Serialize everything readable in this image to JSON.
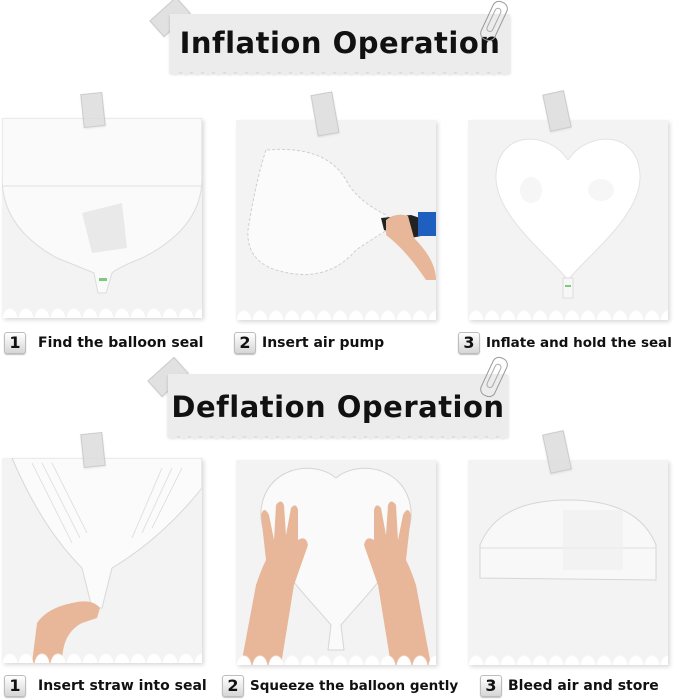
{
  "sections": [
    {
      "title": "Inflation Operation",
      "steps": [
        {
          "number": "1",
          "label": "Find the balloon seal",
          "image": "deflated-round-foil-balloon-with-seal-valve"
        },
        {
          "number": "2",
          "label": "Insert air pump",
          "image": "hand-holding-air-pump-inflating-heart-balloon"
        },
        {
          "number": "3",
          "label": "Inflate and hold the seal",
          "image": "fully-inflated-white-heart-foil-balloon"
        }
      ]
    },
    {
      "title": "Deflation Operation",
      "steps": [
        {
          "number": "1",
          "label": "Insert straw into seal",
          "image": "hand-inserting-straw-into-balloon-valve"
        },
        {
          "number": "2",
          "label": "Squeeze the balloon gently",
          "image": "two-hands-pressing-heart-balloon"
        },
        {
          "number": "3",
          "label": "Bleed air and store",
          "image": "flattened-folded-foil-balloon"
        }
      ]
    }
  ],
  "colors": {
    "background": "#ffffff",
    "banner": "#ececec",
    "panel": "#f3f3f3",
    "text": "#111111",
    "pump_blue": "#1f5fbf",
    "skin": "#e8b79a"
  }
}
